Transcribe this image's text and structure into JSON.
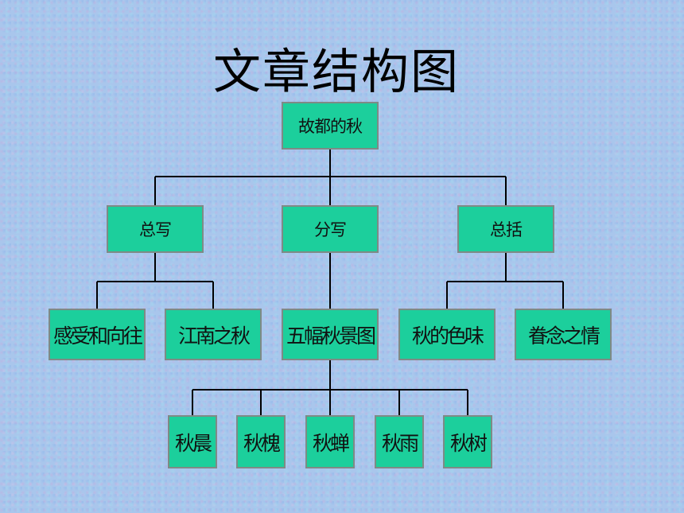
{
  "title": "文章结构图",
  "nodes": {
    "root": "故都的秋",
    "zongxie": "总写",
    "fenxie": "分写",
    "zongkuo": "总括",
    "gankai": "感受和向往",
    "jiangnan": "江南之秋",
    "wufu": "五幅秋景图",
    "seweii": "秋的色味",
    "juannian": "眷念之情",
    "qiuchen": "秋晨",
    "qiuhuai": "秋槐",
    "qiuchan": "秋蝉",
    "qiuyu": "秋雨",
    "qiuguo": "秋树"
  }
}
